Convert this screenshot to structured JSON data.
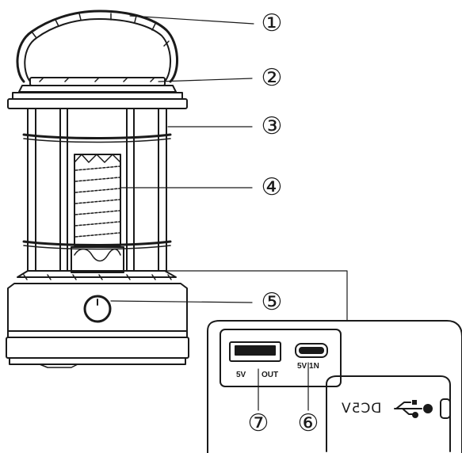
{
  "callouts": {
    "handle": "①",
    "top_cap": "②",
    "frame_cage": "③",
    "light_tube": "④",
    "power_knob": "⑤",
    "type_c_input": "⑥",
    "usb_output": "⑦"
  },
  "ports": {
    "usb_out_voltage": "5V",
    "usb_out_label": "OUT",
    "type_c_label": "5V 1N"
  },
  "dc_label": "DC5V",
  "colors": {
    "line": "#1a1a1a",
    "fill": "#ffffff"
  }
}
